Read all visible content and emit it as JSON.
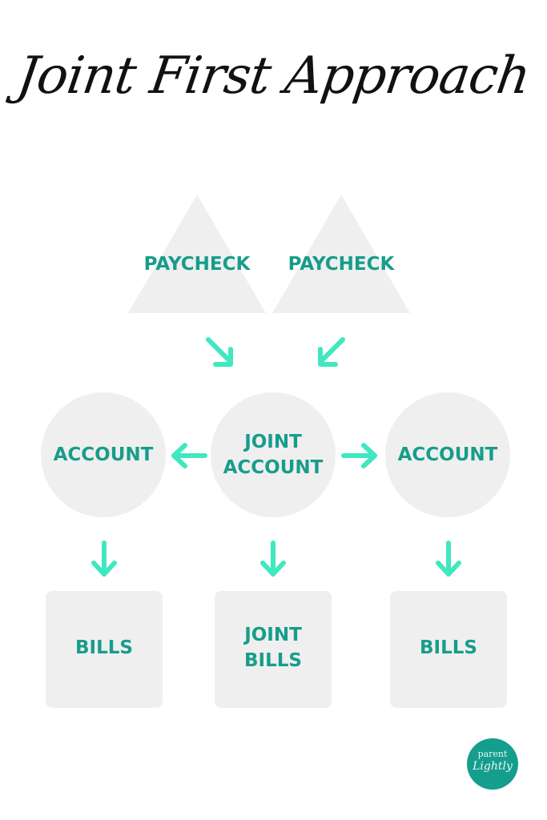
{
  "title": "Joint First Approach",
  "paychecks": [
    "PAYCHECK",
    "PAYCHECK"
  ],
  "accounts": {
    "left": "ACCOUNT",
    "center": "JOINT\nACCOUNT",
    "right": "ACCOUNT"
  },
  "bills": {
    "left": "BILLS",
    "center": "JOINT\nBILLS",
    "right": "BILLS"
  },
  "logo": {
    "line1": "parent",
    "line2": "Lightly"
  },
  "colors": {
    "accent_text": "#179d8a",
    "arrow": "#3fe8c0",
    "shape_fill": "#efeff0",
    "logo_bg": "#159d8e"
  }
}
